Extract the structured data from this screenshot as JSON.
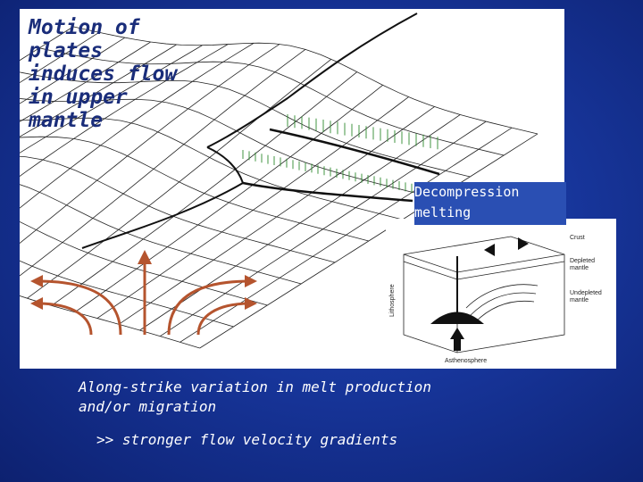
{
  "slide": {
    "title": "Motion of plates induces flow in upper mantle",
    "decompression_label": "Decompression melting",
    "caption": "Along-strike variation in melt production and/or migration",
    "bullet": ">> stronger flow velocity gradients"
  },
  "inset": {
    "crust": "Crust",
    "depleted": "Depleted mantle",
    "undepleted": "Undepleted mantle",
    "lithosphere": "Lithosphere",
    "asthenosphere": "Asthenosphere"
  },
  "colors": {
    "background": "#17359a",
    "title_text": "#1a2d7a",
    "flow_arrows": "#b5542e",
    "melt_zone": "#2e8b2e",
    "mesh_lines": "#222222"
  }
}
